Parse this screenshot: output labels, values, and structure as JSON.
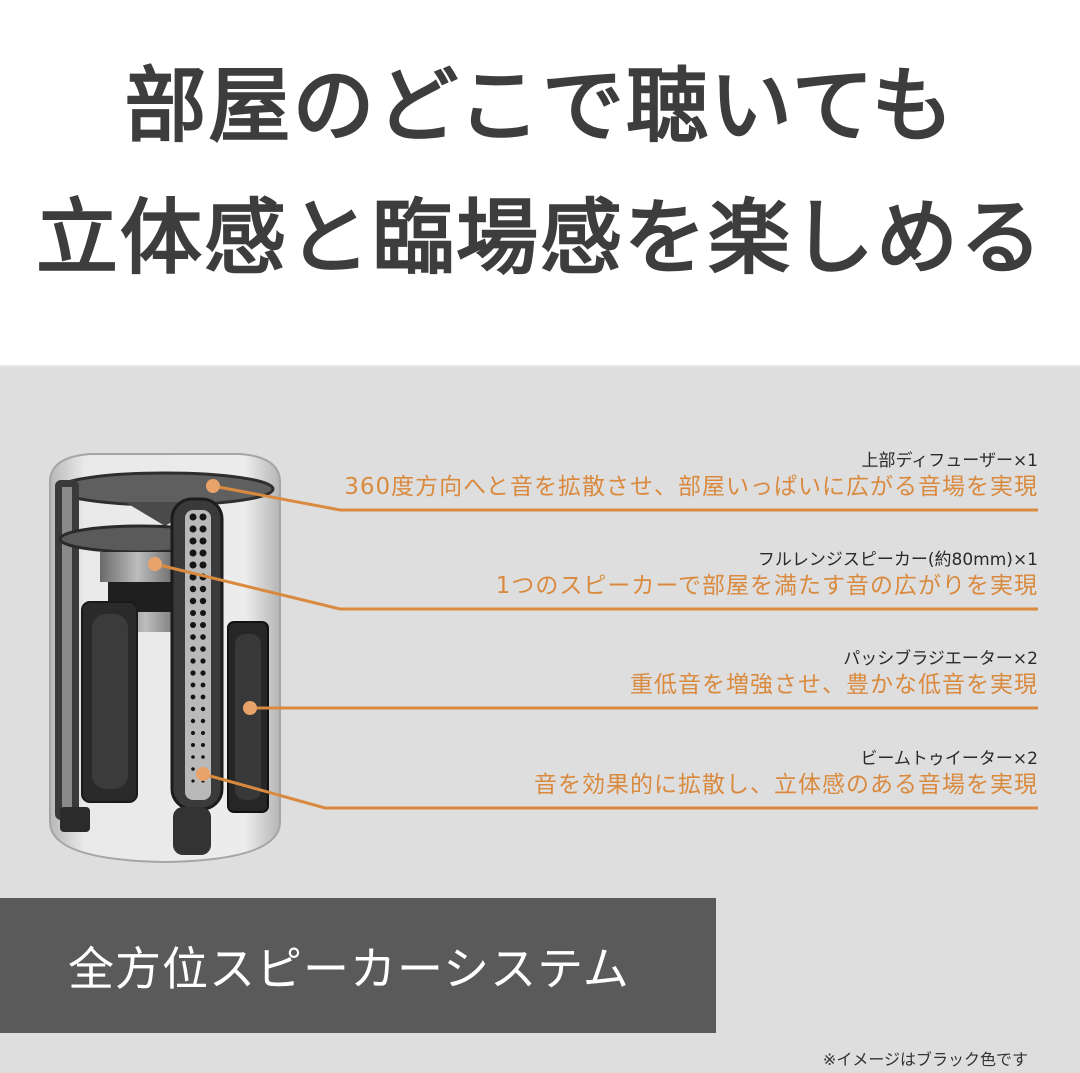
{
  "headline": {
    "line1": "部屋のどこで聴いても",
    "line2": "立体感と臨場感を楽しめる"
  },
  "features": [
    {
      "name": "上部ディフューザー×1",
      "description": "360度方向へと音を拡散させ、部屋いっぱいに広がる音場を実現"
    },
    {
      "name": "フルレンジスピーカー(約80mm)×1",
      "description": "1つのスピーカーで部屋を満たす音の広がりを実現"
    },
    {
      "name": "パッシブラジエーター×2",
      "description": "重低音を増強させ、豊かな低音を実現"
    },
    {
      "name": "ビームトゥイーター×2",
      "description": "音を効果的に拡散し、立体感のある音場を実現"
    }
  ],
  "system_label": "全方位スピーカーシステム",
  "footnote": "※イメージはブラック色です",
  "colors": {
    "accent_orange": "#d98a3f",
    "headline_text": "#3d3d3d",
    "panel_bg": "#dedede",
    "system_box_bg": "#5a5a5a"
  }
}
